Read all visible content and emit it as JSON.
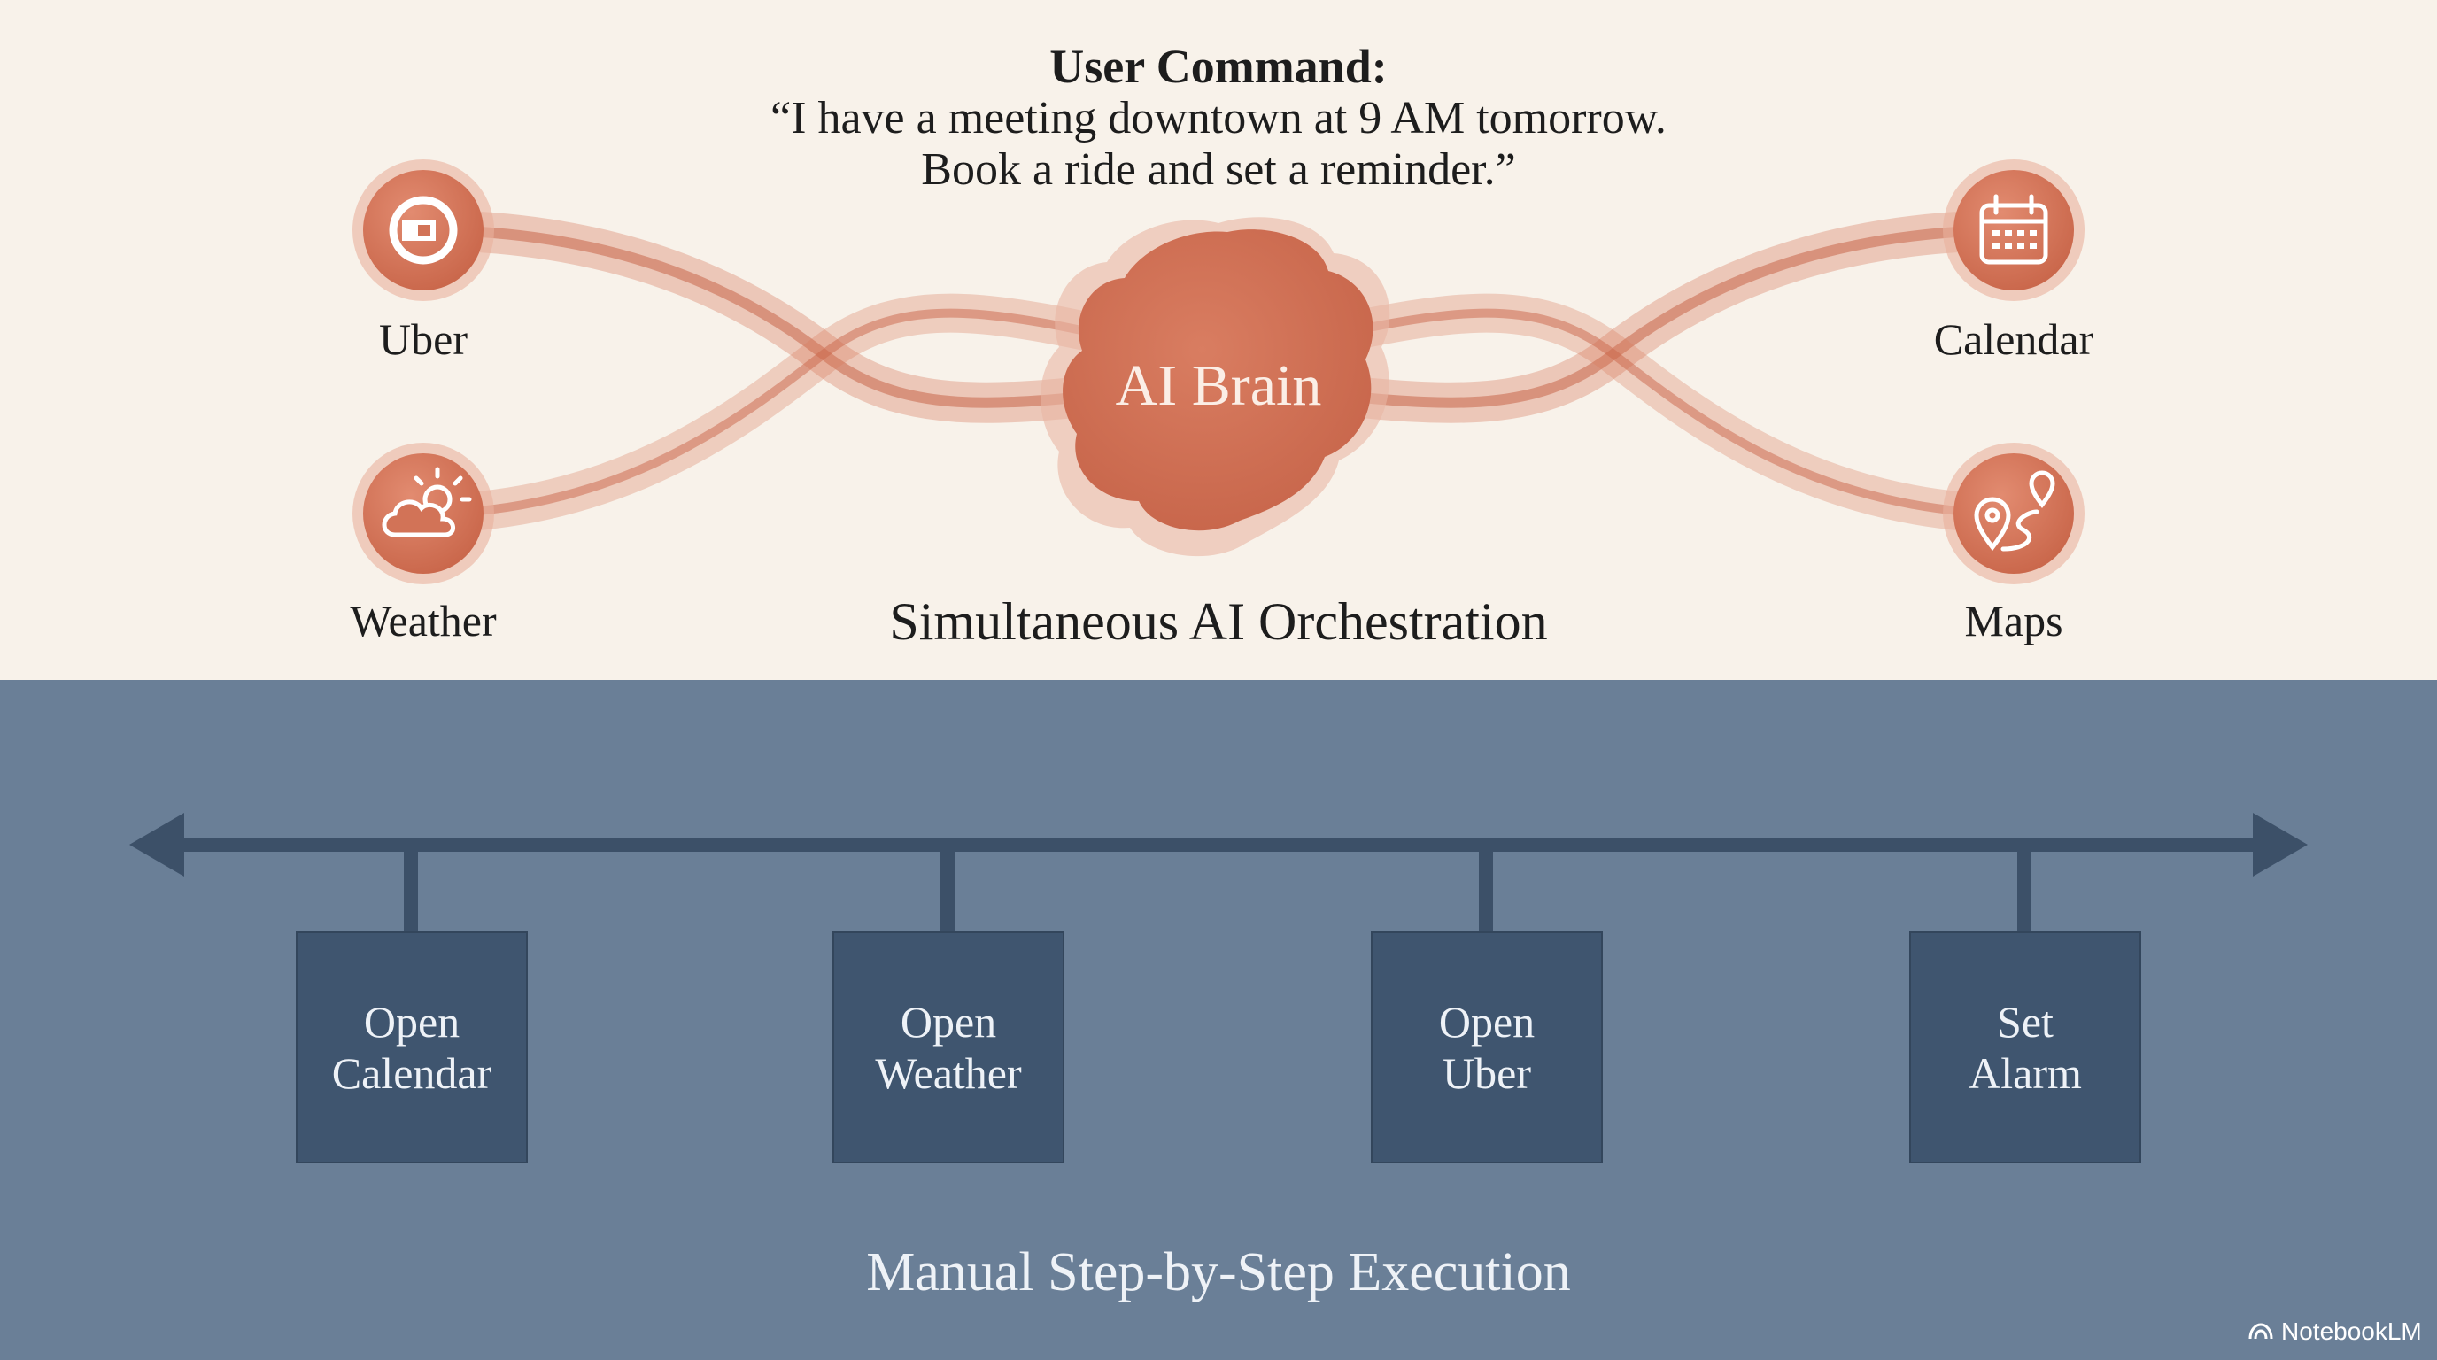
{
  "user_command": {
    "title": "User Command:",
    "line1": "“I have a meeting downtown at 9 AM tomorrow.",
    "line2": "Book a ride and set a reminder.”"
  },
  "center": {
    "label": "AI Brain",
    "caption": "Simultaneous AI Orchestration"
  },
  "apps": [
    {
      "label": "Uber",
      "icon": "uber-icon"
    },
    {
      "label": "Weather",
      "icon": "weather-icon"
    },
    {
      "label": "Calendar",
      "icon": "calendar-icon"
    },
    {
      "label": "Maps",
      "icon": "maps-icon"
    }
  ],
  "manual": {
    "steps": [
      {
        "line1": "Open",
        "line2": "Calendar"
      },
      {
        "line1": "Open",
        "line2": "Weather"
      },
      {
        "line1": "Open",
        "line2": "Uber"
      },
      {
        "line1": "Set",
        "line2": "Alarm"
      }
    ],
    "caption": "Manual Step-by-Step Execution"
  },
  "brand": "NotebookLM",
  "colors": {
    "top_background": "#f8f2ea",
    "bottom_background": "#6a7f97",
    "accent": "#d6775b",
    "step_box": "#3f556f",
    "timeline": "#3c5068"
  }
}
